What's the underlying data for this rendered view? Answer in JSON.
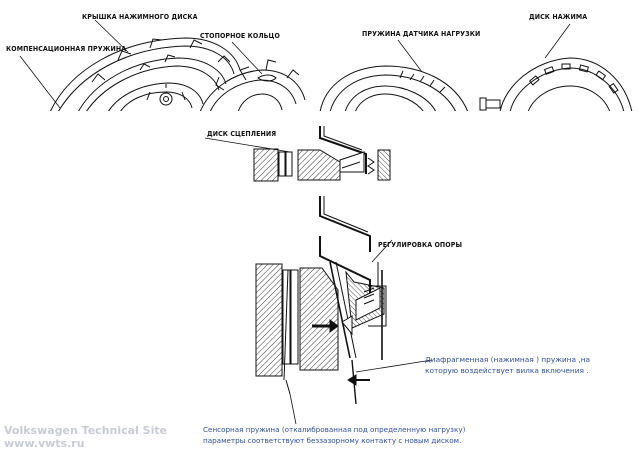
{
  "labels": {
    "pressure_plate_cover": "КРЫШКА НАЖИМНОГО ДИСКА",
    "compensation_spring": "КОМПЕНСАЦИОННАЯ ПРУЖИНА",
    "retaining_ring": "СТОПОРНОЕ КОЛЬЦО",
    "load_sensor_spring": "ПРУЖИНА ДАТЧИКА НАГРУЗКИ",
    "pressure_plate": "ДИСК НАЖИМА",
    "clutch_disc": "ДИСК СЦЕПЛЕНИЯ",
    "support_adjustment": "РЕГУЛИРОВКА ОПОРЫ"
  },
  "notes": {
    "diaphragm_line1": "Диафрагменная  (нажимная  )  пружина  ,на",
    "diaphragm_line2": "которую воздействует  вилка  включения  .",
    "sensor_line1": "Сенсорная  пружина  (откалиброванная под определенную нагрузку)",
    "sensor_line2": "параметры  соответствуют беззазорному  контакту с новым диском."
  },
  "watermark": {
    "line1": "Volkswagen Technical Site",
    "line2": "www.vwts.ru"
  },
  "colors": {
    "ink": "#111111",
    "note_text": "#2e4fa0",
    "watermark": "#c8ccd4"
  }
}
